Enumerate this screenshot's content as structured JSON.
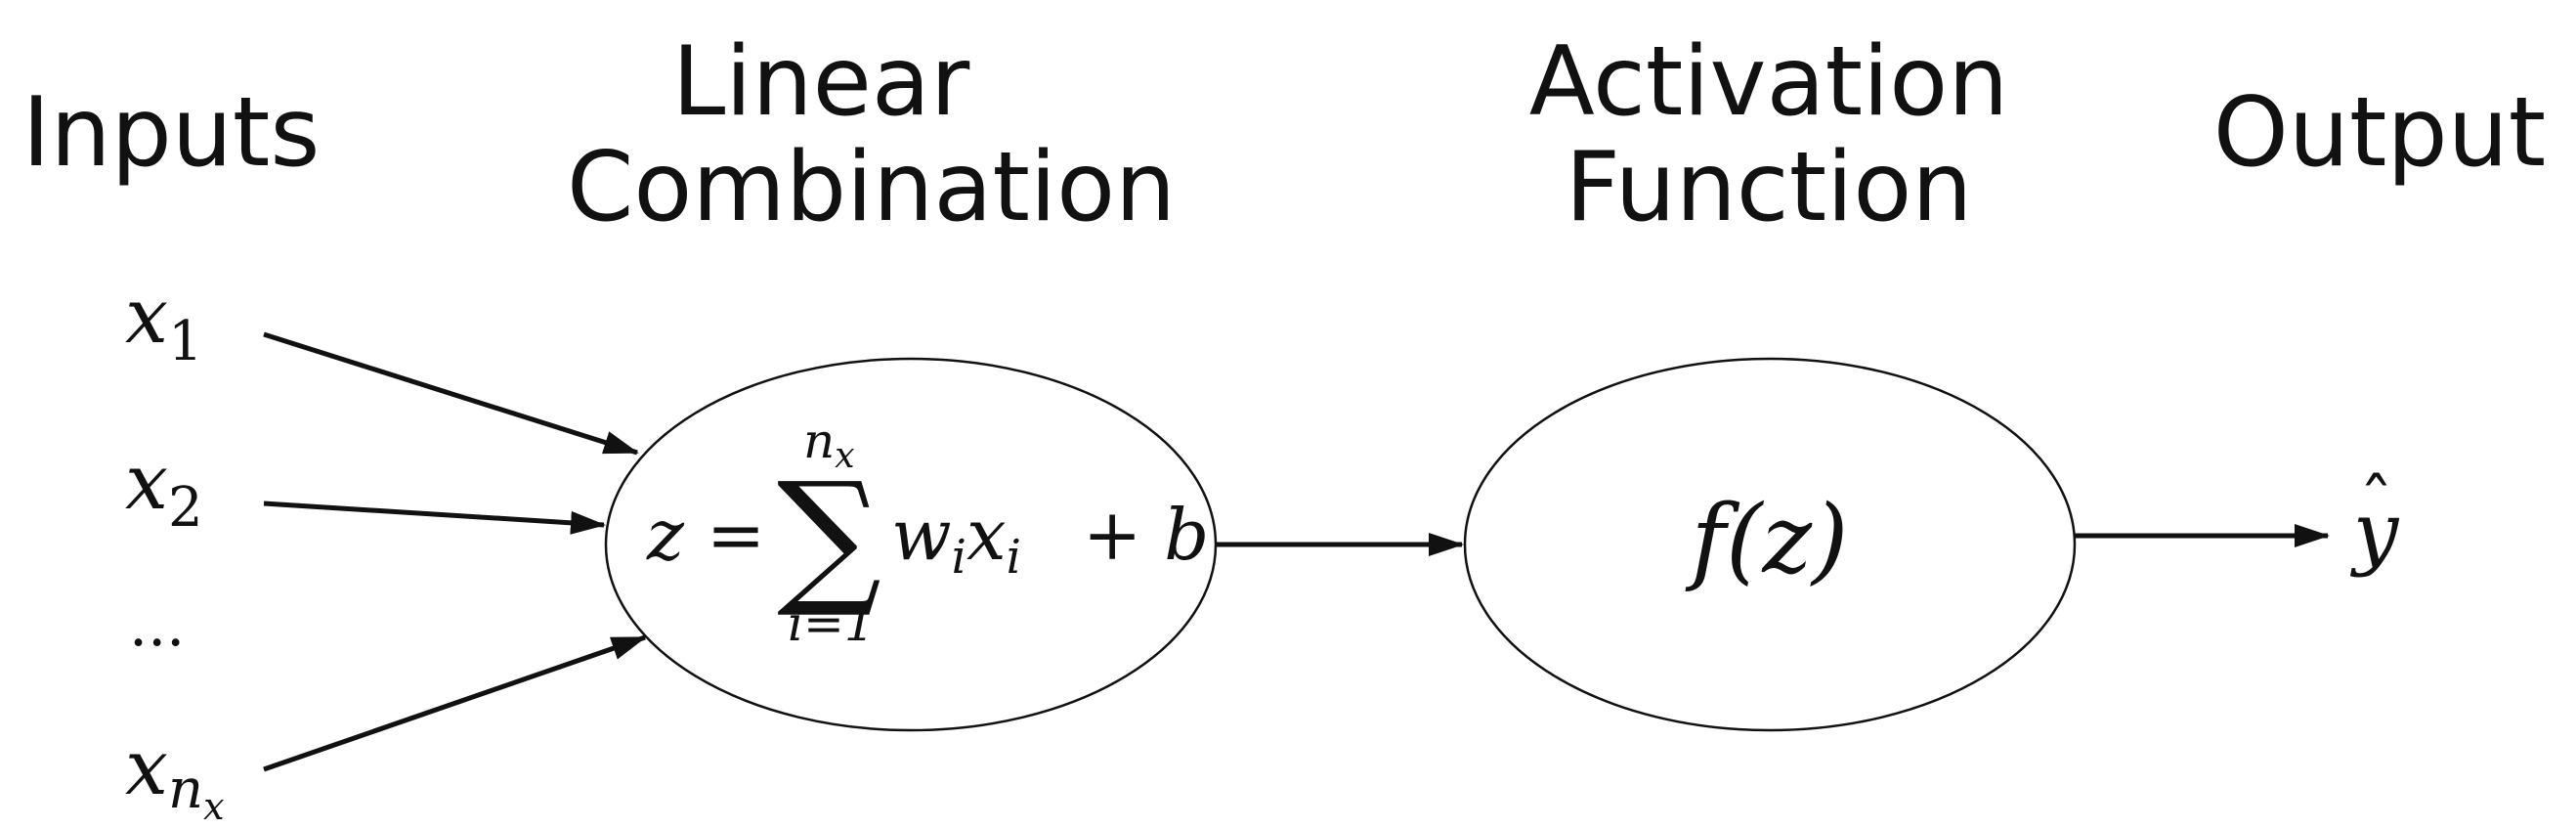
{
  "headings": {
    "inputs": "Inputs",
    "linear": [
      "Linear",
      "Combination"
    ],
    "activation": [
      "Activation",
      "Function"
    ],
    "output": "Output"
  },
  "inputs": {
    "x1": {
      "base": "x",
      "sub": "1"
    },
    "x2": {
      "base": "x",
      "sub": "2"
    },
    "ellipsis": "...",
    "xn": {
      "base": "x",
      "sub": "n",
      "subsub": "x"
    }
  },
  "linear_node": {
    "lhs": "z =",
    "sum_symbol": "∑",
    "upper_limit": {
      "base": "n",
      "sub": "x"
    },
    "lower_limit": "i=1",
    "term": {
      "w": "w",
      "w_sub": "i",
      "x": "x",
      "x_sub": "i"
    },
    "plus_b": "+ b"
  },
  "activation_node": {
    "label": "f(z)"
  },
  "output": {
    "label": "y",
    "hat": "ˆ"
  }
}
